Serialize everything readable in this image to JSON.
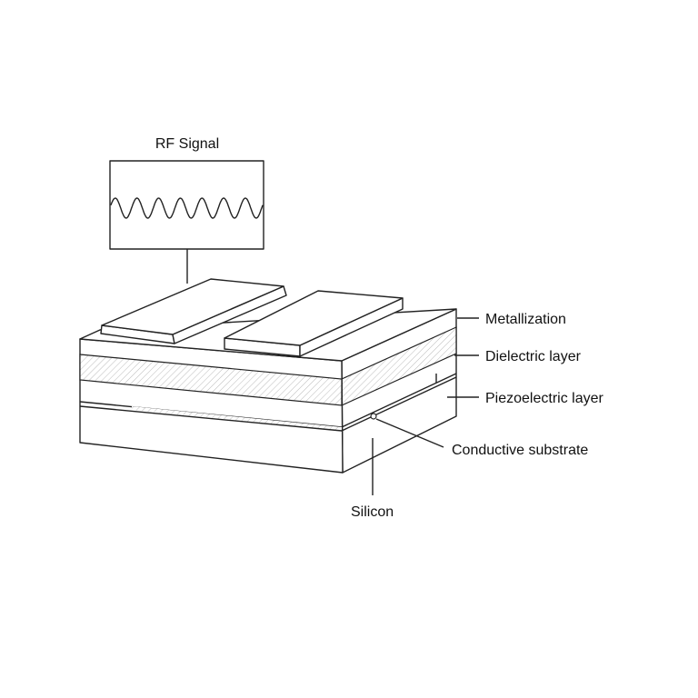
{
  "signal": {
    "title": "RF Signal",
    "cycles": 7
  },
  "labels": {
    "metallization": "Metallization",
    "dielectric": "Dielectric layer",
    "piezoelectric": "Piezoelectric layer",
    "conductive": "Conductive substrate",
    "silicon": "Silicon"
  },
  "colors": {
    "stroke": "#222222",
    "hatch": "#999999"
  }
}
